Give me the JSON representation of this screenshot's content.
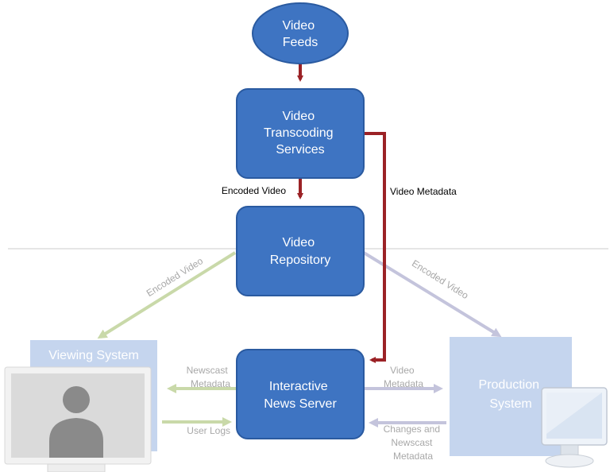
{
  "diagram": {
    "nodes": {
      "video_feeds": [
        "Video",
        "Feeds"
      ],
      "transcoding": [
        "Video",
        "Transcoding",
        "Services"
      ],
      "repository": [
        "Video",
        "Repository"
      ],
      "news_server": [
        "Interactive",
        "News Server"
      ],
      "viewing_system": [
        "Viewing System"
      ],
      "production_system": [
        "Production",
        "System"
      ]
    },
    "edge_labels": {
      "encoded_video_main": "Encoded Video",
      "video_metadata_main": "Video Metadata",
      "encoded_video_left": "Encoded Video",
      "encoded_video_right": "Encoded Video",
      "newscast_metadata": [
        "Newscast",
        "Metadata"
      ],
      "user_logs": "User Logs",
      "video_metadata_right": [
        "Video",
        "Metadata"
      ],
      "changes_newscast": [
        "Changes and",
        "Newscast",
        "Metadata"
      ]
    },
    "colors": {
      "node_fill": "#3e74c2",
      "node_stroke": "#2a5aa0",
      "faded_box": "#c5d5ee",
      "dark_arrow": "#9b2226",
      "green_arrow": "#c9d9a9",
      "lavender_arrow": "#c4c4dc",
      "divider": "#cccccc",
      "faded_label": "#a8a8a8"
    }
  }
}
